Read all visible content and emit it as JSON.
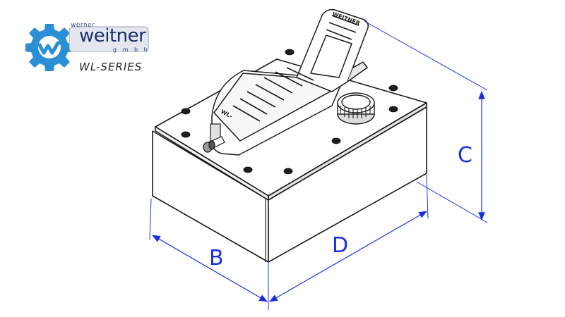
{
  "logo": {
    "prefix": "werner",
    "name": "weitner",
    "suffix": "g m b h",
    "series": "WL-SERIES"
  },
  "product": {
    "pedal_brand": "WEITNER",
    "side_brand": "WL-"
  },
  "dimensions": {
    "b": "B",
    "c": "C",
    "d": "D"
  },
  "colors": {
    "dimension": "#1a2ee0",
    "outline": "#1a1a1a",
    "logo_gear": "#2b8fd6",
    "logo_text": "#1d2f6b"
  }
}
